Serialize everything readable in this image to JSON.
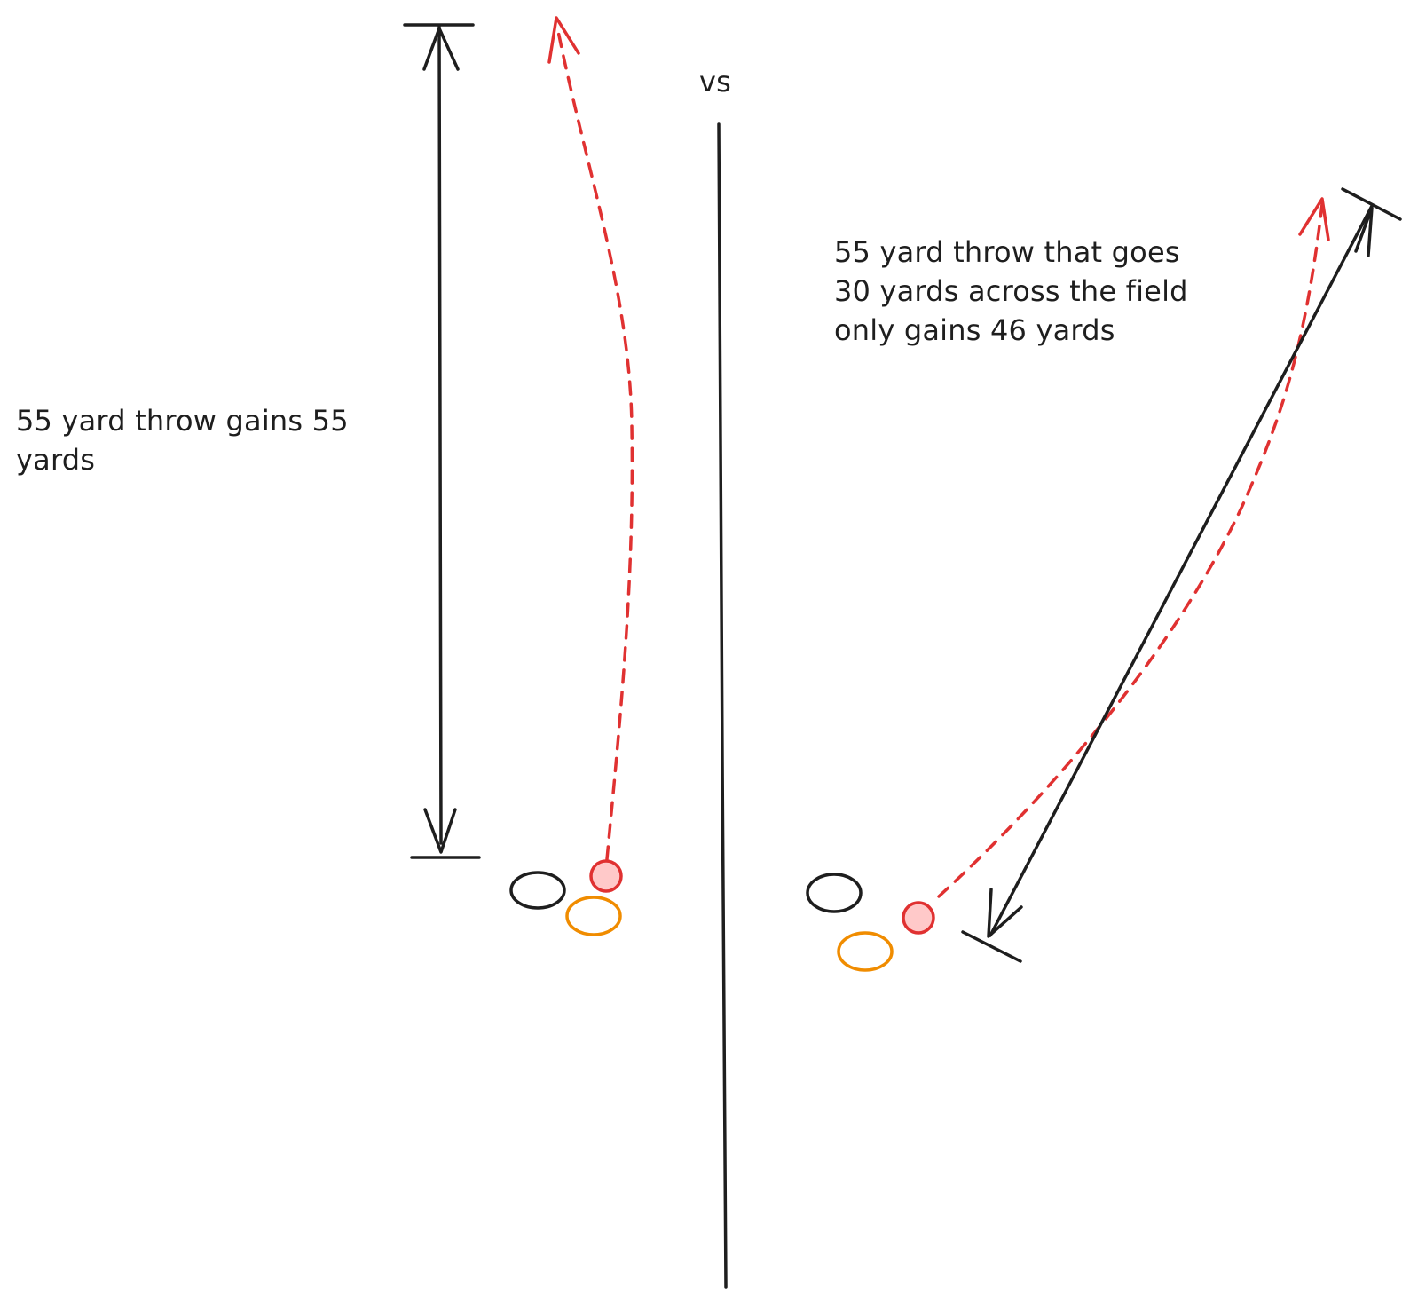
{
  "labels": {
    "left": "55 yard throw gains 55 yards",
    "vs": "vs",
    "right": "55 yard throw that goes\n30 yards across the field\nonly gains 46 yards"
  },
  "colors": {
    "ink": "#1e1e1e",
    "throw": "#e03131",
    "qb_fill": "#ffc9c9",
    "qb_stroke": "#e03131",
    "receiver": "#f08c00",
    "defender": "#1e1e1e",
    "background": "#ffffff"
  }
}
